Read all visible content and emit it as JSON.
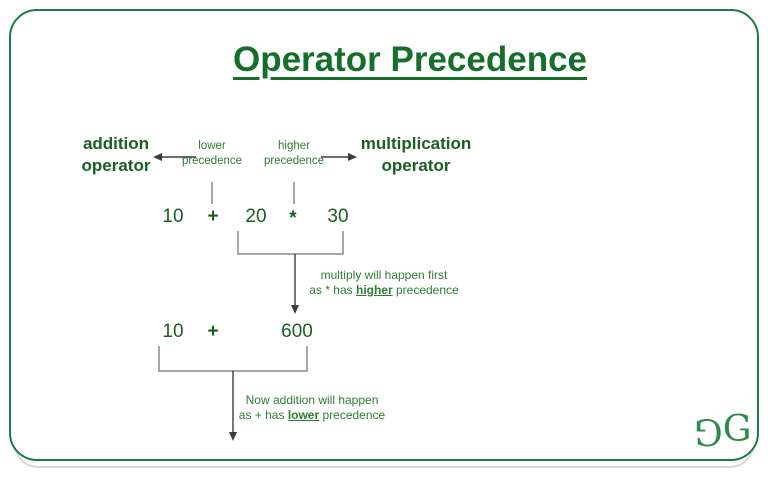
{
  "title": "Operator Precedence",
  "labels": {
    "addition": {
      "line1": "addition",
      "line2": "operator"
    },
    "lower": {
      "line1": "lower",
      "line2": "precedence"
    },
    "higher": {
      "line1": "higher",
      "line2": "precedence"
    },
    "multiplication": {
      "line1": "multiplication",
      "line2": "operator"
    }
  },
  "expression_initial": {
    "tokens": [
      "10",
      "+",
      "20",
      "*",
      "30"
    ]
  },
  "expression_intermediate": {
    "tokens": [
      "10",
      "+",
      "600"
    ]
  },
  "notes": {
    "first": {
      "line1": "multiply will happen first",
      "line2_prefix": "as * has ",
      "line2_emphasis": "higher",
      "line2_suffix": " precedence"
    },
    "second": {
      "line1": "Now addition will happen",
      "line2_prefix": "as + has ",
      "line2_emphasis": "lower",
      "line2_suffix": " precedence"
    }
  },
  "logo": {
    "left_glyph": "G",
    "right_glyph": "G"
  },
  "colors": {
    "frame_green": "#1b7a47",
    "frame_gray": "#d9d9d9",
    "title_green": "#156f2b",
    "dark_green": "#1b5e20",
    "text_green": "#2e7d32",
    "line_gray": "#8a8a8a",
    "arrow_dark": "#3c3c3c",
    "brand_green": "#2e8b4a"
  }
}
